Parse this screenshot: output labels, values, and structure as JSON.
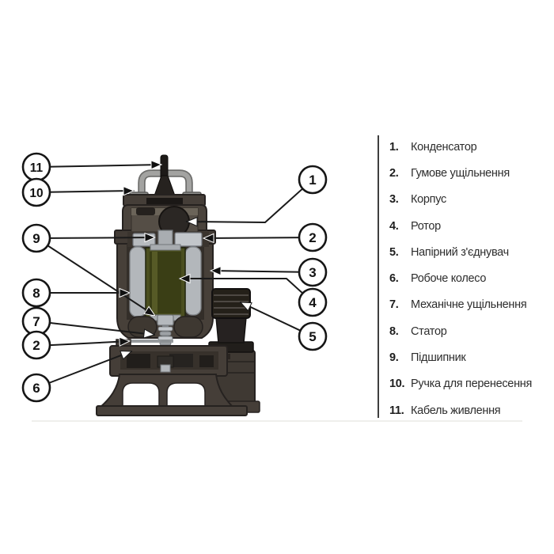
{
  "figure": {
    "kind": "cutaway-parts-diagram",
    "subject": "submersible drainage pump"
  },
  "legend": {
    "items": [
      {
        "num": "1.",
        "label": "Конденсатор"
      },
      {
        "num": "2.",
        "label": "Гумове ущільнення"
      },
      {
        "num": "3.",
        "label": "Корпус"
      },
      {
        "num": "4.",
        "label": "Ротор"
      },
      {
        "num": "5.",
        "label": "Напірний з'єднувач"
      },
      {
        "num": "6.",
        "label": "Робоче колесо"
      },
      {
        "num": "7.",
        "label": "Механічне ущільнення"
      },
      {
        "num": "8.",
        "label": "Статор"
      },
      {
        "num": "9.",
        "label": "Підшипник"
      },
      {
        "num": "10.",
        "label": "Ручка для перенесення"
      },
      {
        "num": "11.",
        "label": "Кабель живлення"
      }
    ]
  },
  "callouts": {
    "left": [
      "11",
      "10",
      "9",
      "8",
      "7",
      "2",
      "6"
    ],
    "right": [
      "1",
      "2",
      "3",
      "4",
      "5"
    ]
  },
  "colors": {
    "background": "#ffffff",
    "housing": "#474039",
    "housing_outline": "#262220",
    "rotor_green": "#4a4e1f",
    "rotor_green_dark": "#3a3e15",
    "metal_gray": "#b6bac0",
    "black_parts": "#221f1c",
    "leader_line": "#1a1a1a",
    "divider": "#3e3e3e",
    "legend_text": "#2d2d2d"
  }
}
